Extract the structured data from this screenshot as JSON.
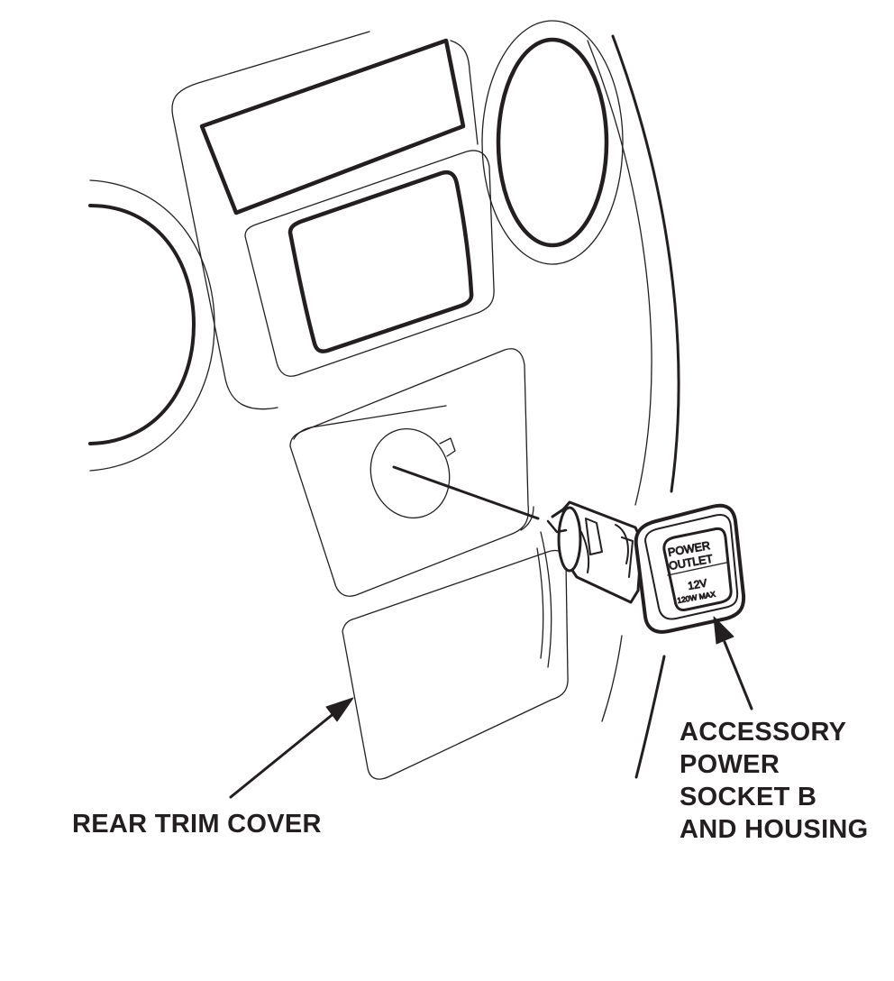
{
  "labels": {
    "rear_trim_cover": "REAR TRIM COVER",
    "socket_line1": "ACCESSORY",
    "socket_line2": "POWER",
    "socket_line3": "SOCKET B",
    "socket_line4": "AND HOUSING"
  },
  "socket_face": {
    "line1": "POWER",
    "line2": "OUTLET",
    "line3": "12V",
    "line4": "120W MAX"
  },
  "colors": {
    "ink": "#231f20",
    "background": "#ffffff"
  }
}
